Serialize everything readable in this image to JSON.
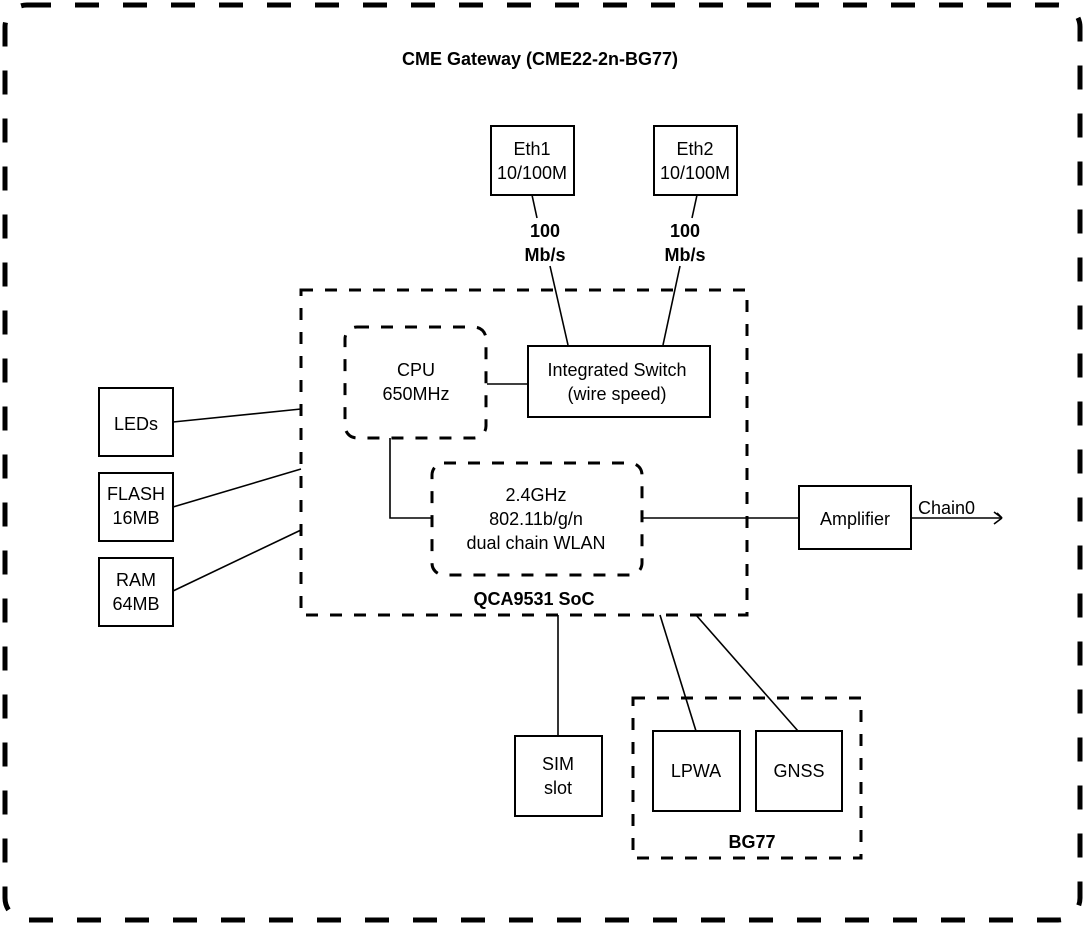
{
  "title": "CME Gateway (CME22-2n-BG77)",
  "ports": {
    "eth1": {
      "name": "Eth1",
      "speed": "10/100M",
      "link_value": "100",
      "link_unit": "Mb/s"
    },
    "eth2": {
      "name": "Eth2",
      "speed": "10/100M",
      "link_value": "100",
      "link_unit": "Mb/s"
    }
  },
  "soc": {
    "label": "QCA9531 SoC",
    "cpu": {
      "line1": "CPU",
      "line2": "650MHz"
    },
    "switch": {
      "line1": "Integrated Switch",
      "line2": "(wire speed)"
    },
    "wlan": {
      "line1": "2.4GHz",
      "line2": "802.11b/g/n",
      "line3": "dual chain WLAN"
    }
  },
  "peripherals": {
    "leds": {
      "line1": "LEDs"
    },
    "flash": {
      "line1": "FLASH",
      "line2": "16MB"
    },
    "ram": {
      "line1": "RAM",
      "line2": "64MB"
    },
    "sim": {
      "line1": "SIM",
      "line2": "slot"
    }
  },
  "rf": {
    "amplifier": "Amplifier",
    "chain": "Chain0",
    "antenna_icon": "antenna-arrow-icon"
  },
  "modem": {
    "label": "BG77",
    "lpwa": "LPWA",
    "gnss": "GNSS"
  }
}
